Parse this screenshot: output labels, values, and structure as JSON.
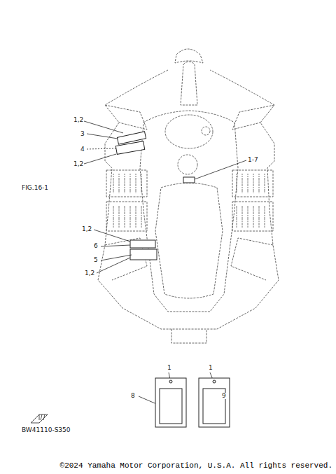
{
  "diagram": {
    "labels": [
      "1,2",
      "3",
      "4",
      "1,2",
      "1-7",
      "FIG.16-1",
      "1,2",
      "6",
      "5",
      "1,2",
      "1",
      "1",
      "8",
      "9",
      "BW41110-S350",
      "©2024 Yamaha Motor Corporation, U.S.A. All rights reserved."
    ]
  }
}
